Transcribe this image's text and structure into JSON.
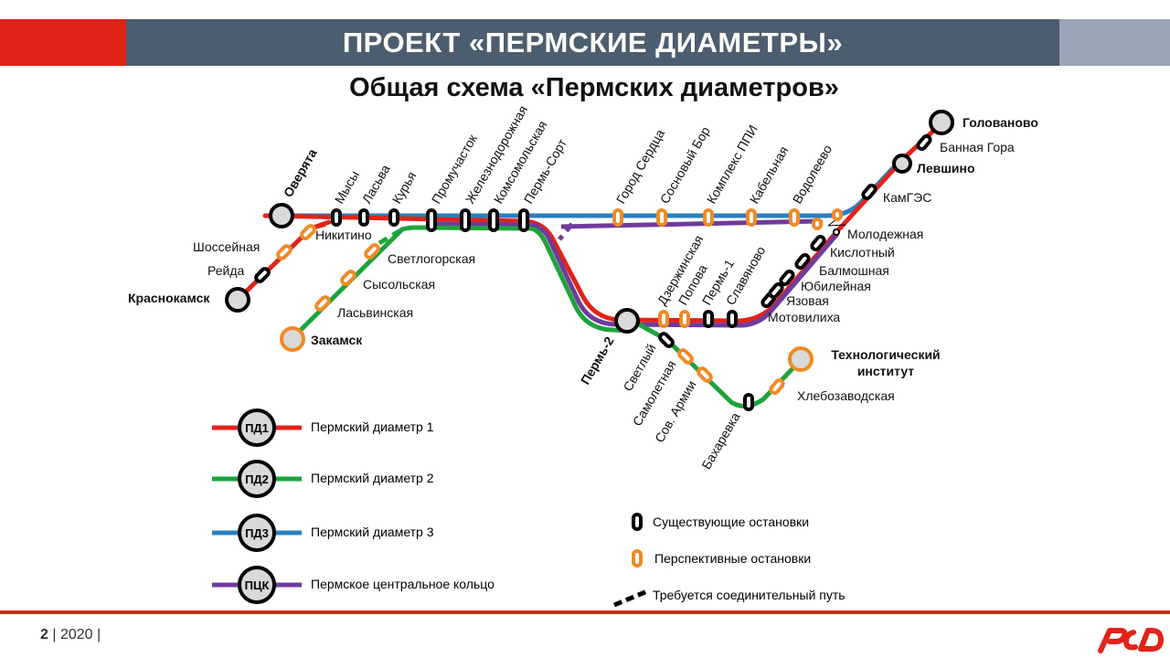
{
  "header": {
    "title": "ПРОЕКТ «ПЕРМСКИЕ ДИАМЕТРЫ»",
    "subtitle": "Общая схема «Пермских диаметров»"
  },
  "colors": {
    "pd1": "#e2231a",
    "pd2": "#1ea23a",
    "pd3": "#2a7fc1",
    "pck": "#6f3b9c",
    "existing_stop": "#000000",
    "planned_stop": "#f08a24",
    "header_dark": "#4b5d6f",
    "brand_red": "#e2231a"
  },
  "stations": {
    "overyata": "Оверятa",
    "mysy": "Мысы",
    "lasva": "Ласьва",
    "kurya": "Курья",
    "promuchastok": "Промучасток",
    "zheleznodorozhnaya": "Железнодорожная",
    "komsomolskaya": "Комсомольская",
    "perm_sort": "Пермь-Сорт",
    "gorod_serdtsa": "Город Сердца",
    "sosnovy_bor": "Сосновый Бор",
    "kompleks_ppi": "Комплекс ППИ",
    "kabelnaya": "Кабельная",
    "vodoleevo": "Водолеево",
    "golovanovo": "Голованово",
    "bannaya_gora": "Банная Гора",
    "levshino": "Левшино",
    "kamges": "КамГЭС",
    "molodezhnaya": "Молодежная",
    "kislotny": "Кислотный",
    "balmoshnaya": "Балмошная",
    "yubileynaya": "Юбилейная",
    "yazovaya": "Язовая",
    "motovilikha": "Мотовилиха",
    "slavyanovo": "Славяново",
    "perm1": "Пермь-1",
    "popova": "Попова",
    "dzerzhinskaya": "Дзержинская",
    "perm2": "Пермь-2",
    "svetly": "Светлый",
    "samoletnaya": "Самолетная",
    "sov_armii": "Сов. Армии",
    "bakharevka": "Бахаревка",
    "khlebozavodskaya": "Хлебозаводская",
    "tekh_institut_1": "Технологический",
    "tekh_institut_2": "институт",
    "nikitino": "Никитино",
    "shosseynaya": "Шоссейная",
    "reyda": "Рейда",
    "krasnokamsk": "Краснокамск",
    "svetlogorskaya": "Светлогорская",
    "sysolskaya": "Сысольская",
    "lasvinskaya": "Ласьвинская",
    "zakamsk": "Закамск"
  },
  "legend": {
    "lines": [
      {
        "code": "ПД1",
        "label": "Пермский диаметр 1",
        "color": "#e2231a"
      },
      {
        "code": "ПД2",
        "label": "Пермский диаметр 2",
        "color": "#1ea23a"
      },
      {
        "code": "ПД3",
        "label": "Пермский диаметр 3",
        "color": "#2a7fc1"
      },
      {
        "code": "ПЦК",
        "label": "Пермское центральное кольцо",
        "color": "#6f3b9c"
      }
    ],
    "existing": "Существующие остановки",
    "planned": "Перспективные остановки",
    "connector": "Требуется соединительный путь"
  },
  "footer": {
    "page": "2",
    "year": "2020"
  }
}
